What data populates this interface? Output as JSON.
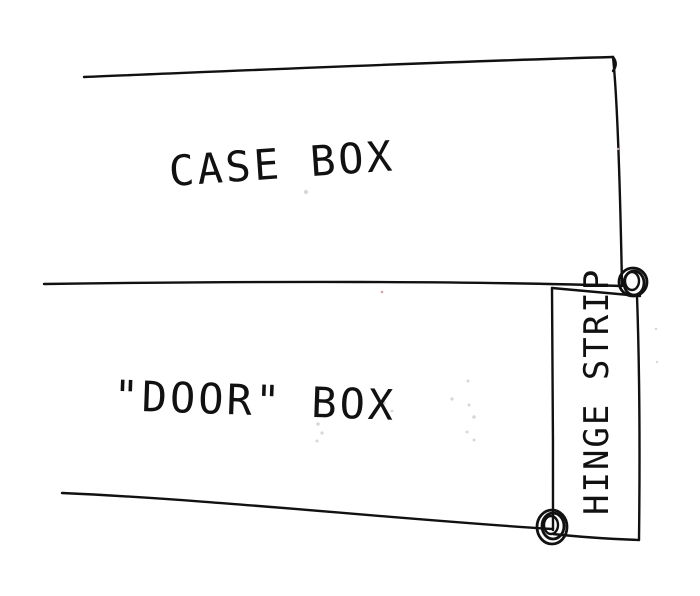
{
  "labels": {
    "case_box": "CASE BOX",
    "door_box": "\"DOOR\" BOX",
    "hinge_strip": "HINGE STRIP"
  }
}
